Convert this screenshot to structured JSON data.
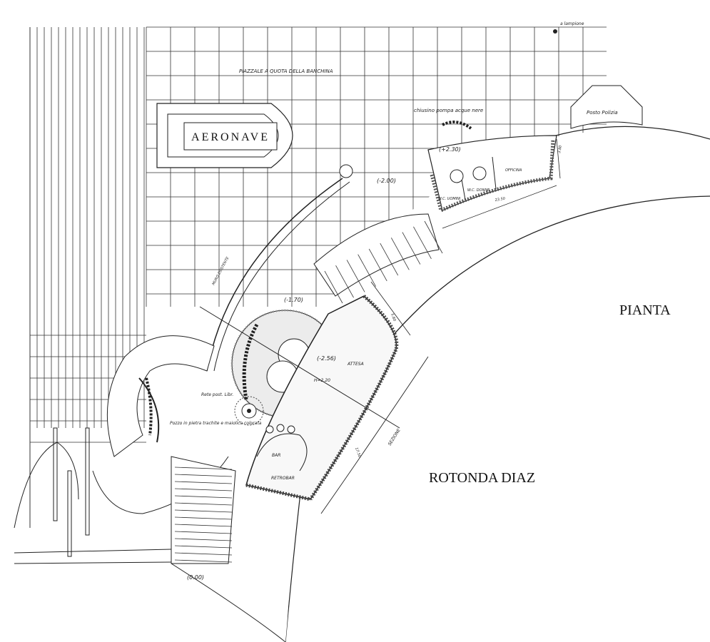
{
  "drawing": {
    "title": "PIANTA",
    "place_name": "ROTONDA DIAZ",
    "building_label": "AERONAVE",
    "labels": {
      "piazzale": "PIAZZALE A QUOTA DELLA BANCHINA",
      "pompa": "chiusino pompa acque nere",
      "posto_polizia": "Posto Polizia",
      "lampione": "a lampione",
      "wc_uomini": "W.C. UOMINI",
      "wc_donne": "W.C. DONNE",
      "officina": "OFFICINA",
      "muro": "MURO ESISTENTE",
      "attesa": "ATTESA",
      "bar": "BAR",
      "retrobar": "RETROBAR",
      "rete": "Rete post. Libr.",
      "pozzo": "Pozzo in pietra trachite e maiolica colorata",
      "sezione": "SEZIONE",
      "altezza": "H=2.20"
    },
    "levels": [
      "(+2.30)",
      "(-2.00)",
      "(-1.70)",
      "(-2.56)",
      "(0.00)"
    ],
    "dimensions": [
      "3.80",
      "23.50",
      "5.80",
      "17.50"
    ]
  }
}
